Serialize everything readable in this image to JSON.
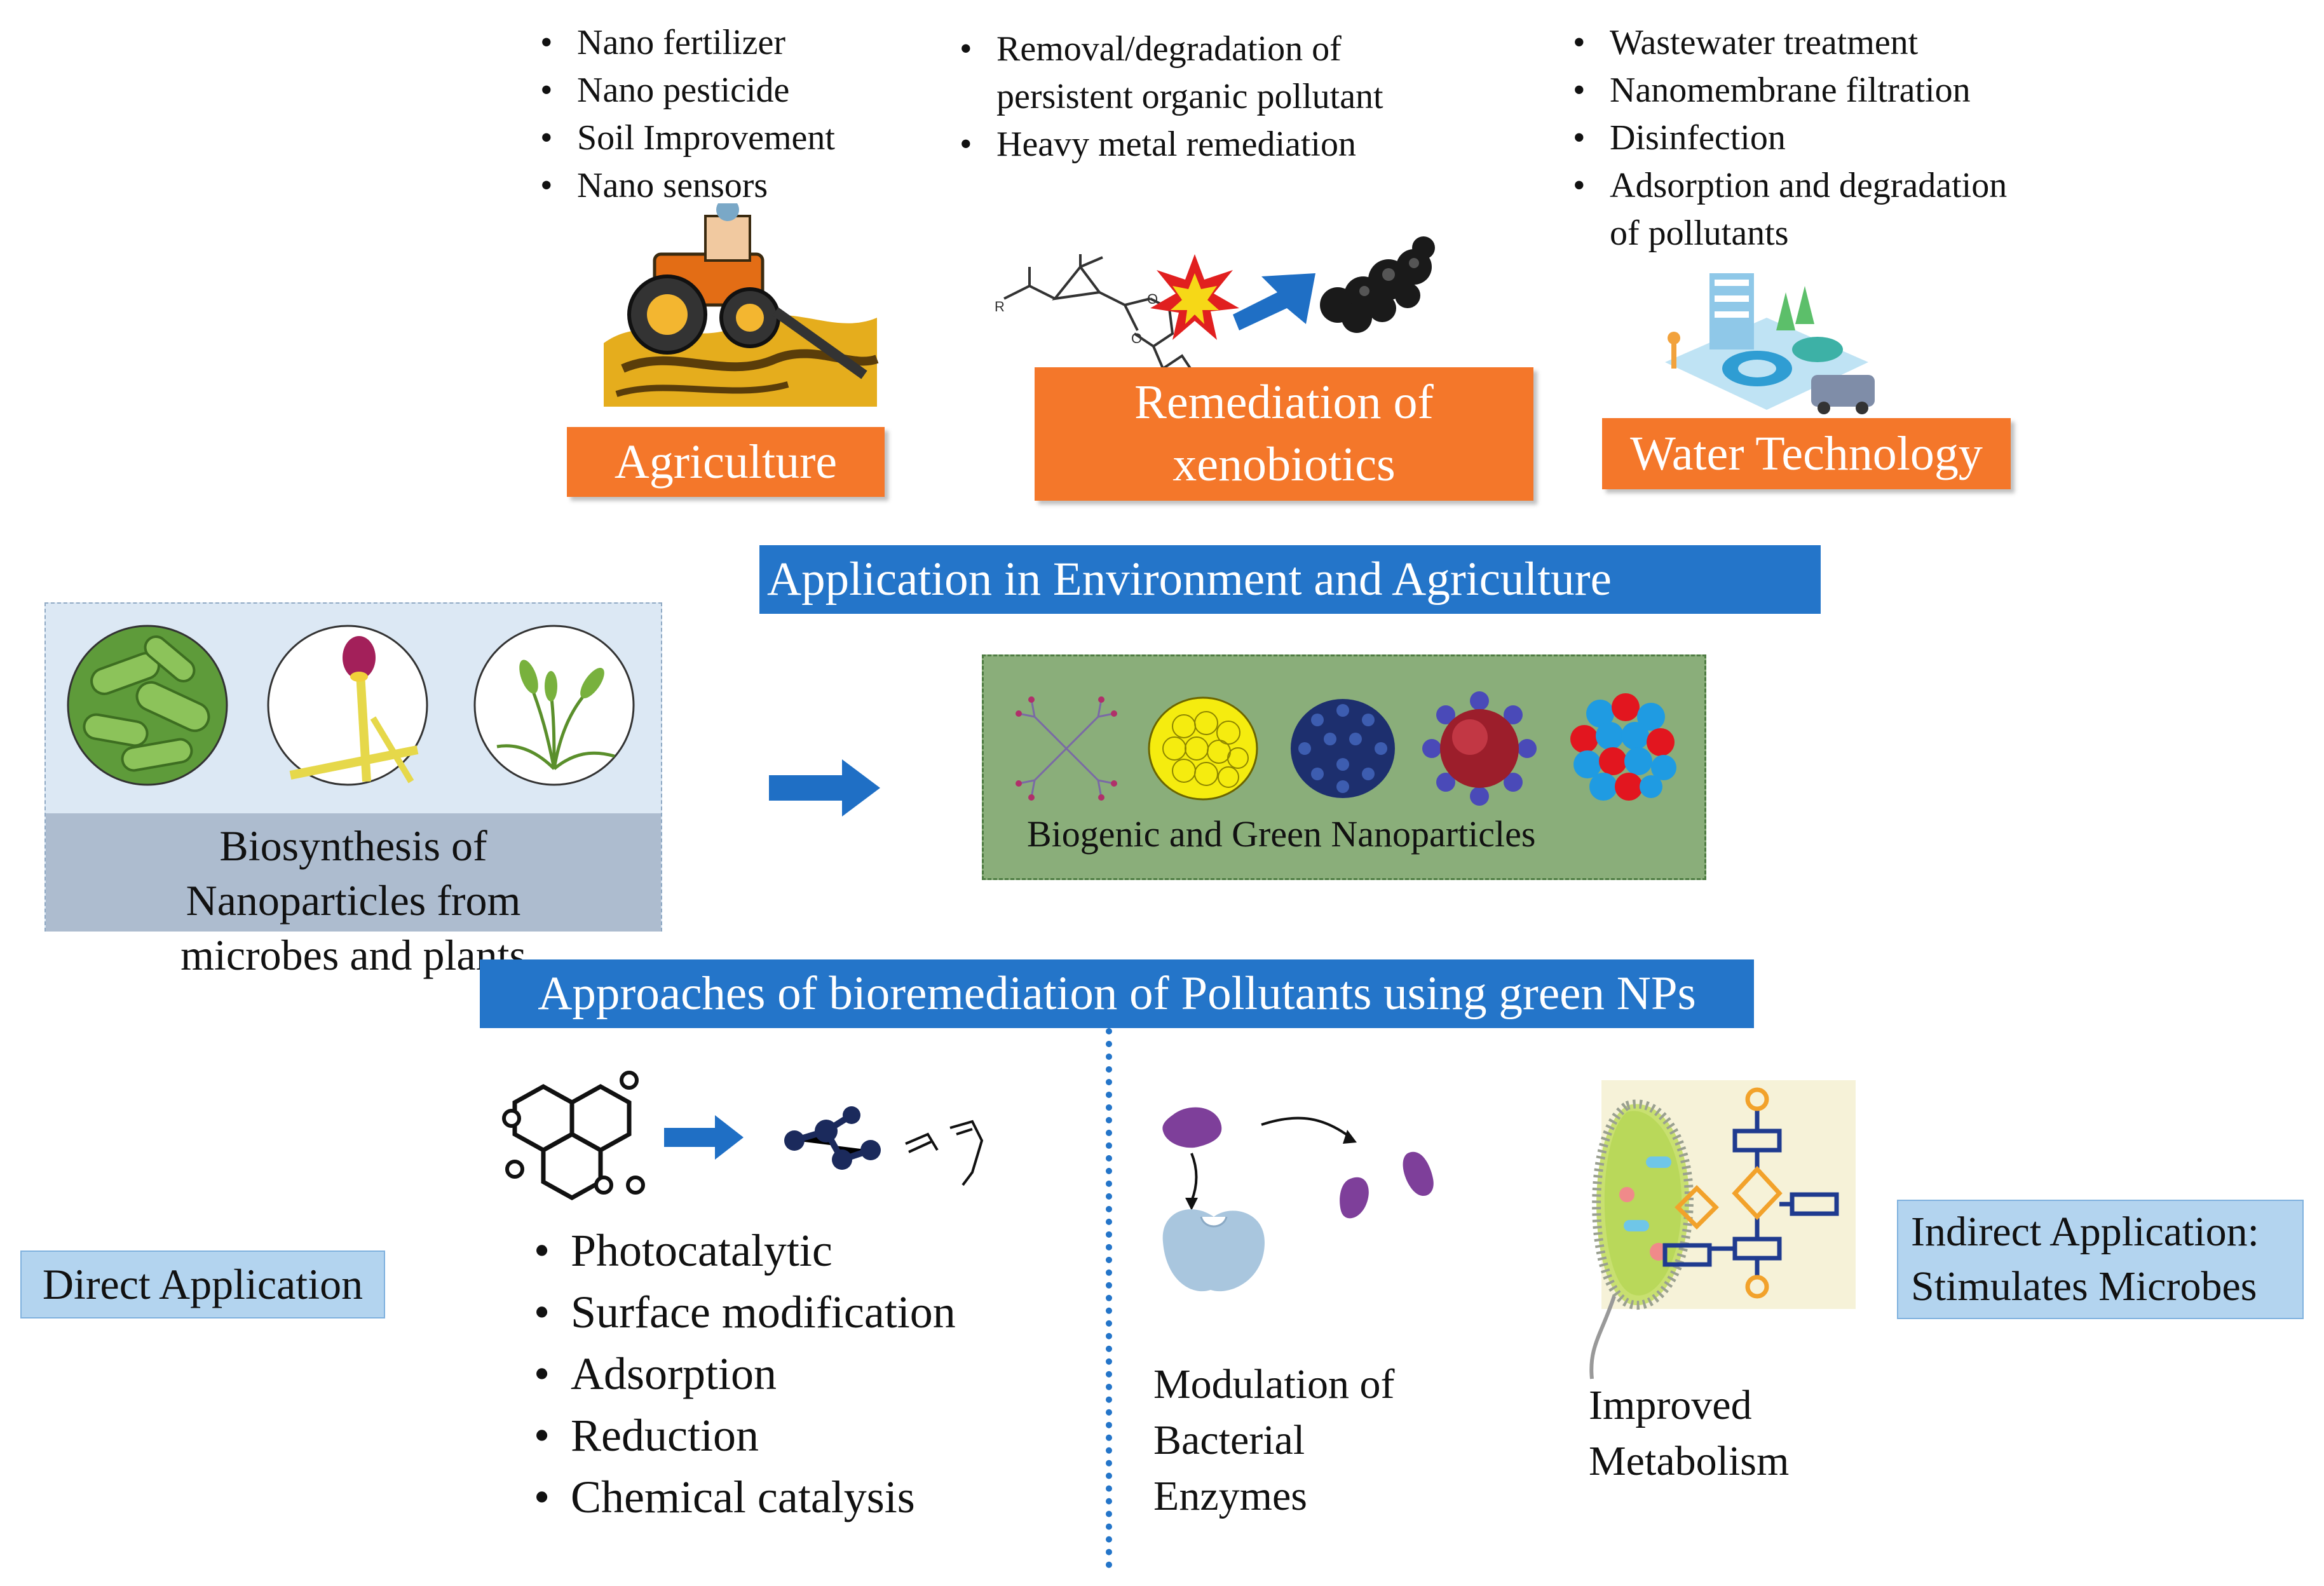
{
  "agriculture": {
    "items": [
      "Nano fertilizer",
      "Nano pesticide",
      "Soil Improvement",
      "Nano sensors"
    ],
    "label": "Agriculture"
  },
  "remediation": {
    "items": [
      "Removal/degradation of persistent organic pollutant",
      "Heavy metal remediation"
    ],
    "label": "Remediation of xenobiotics"
  },
  "water": {
    "items": [
      "Wastewater treatment",
      "Nanomembrane filtration",
      "Disinfection",
      "Adsorption and degradation of pollutants"
    ],
    "label": "Water Technology"
  },
  "banner_application": "Application in Environment and Agriculture",
  "biosynthesis_label": "Biosynthesis of Nanoparticles from microbes and plants",
  "nanoparticles_label": "Biogenic and Green Nanoparticles",
  "banner_approaches": "Approaches of bioremediation of Pollutants using green NPs",
  "direct": {
    "label": "Direct Application",
    "items": [
      "Photocatalytic",
      "Surface modification",
      "Adsorption",
      "Reduction",
      "Chemical catalysis"
    ]
  },
  "indirect": {
    "label": "Indirect Application: Stimulates Microbes",
    "enzymes_label": "Modulation of Bacterial Enzymes",
    "metabolism_label": "Improved Metabolism"
  },
  "colors": {
    "orange": "#f4772a",
    "banner_blue": "#2475c9",
    "arrow_blue": "#1f6fc5",
    "light_blue": "#b3d4ef",
    "green_panel": "#8aae7a",
    "bio_panel": "#dce8f4",
    "bio_label_bg": "#adbccf"
  },
  "icons": [
    "tractor-icon",
    "pollutant-molecule-icon",
    "explosion-icon",
    "nanoparticle-cluster-icon",
    "water-plant-icon",
    "bacteria-icon",
    "fungus-icon",
    "plant-icon",
    "dendrimer-icon",
    "gold-nanoparticle-icon",
    "fullerene-icon",
    "core-shell-nanoparticle-icon",
    "mixed-nanoparticle-icon",
    "aromatic-molecule-icon",
    "degraded-molecule-icon",
    "enzyme-icon",
    "bacterium-metabolism-icon",
    "right-arrow-icon"
  ]
}
